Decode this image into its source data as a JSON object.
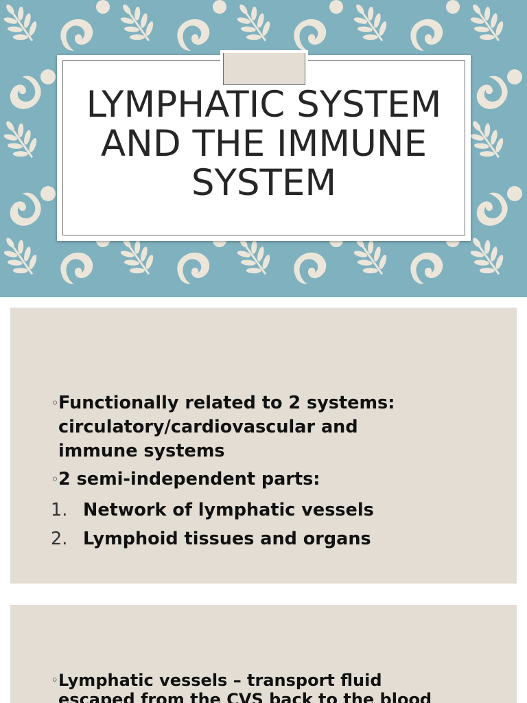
{
  "colors": {
    "pattern_background": "#7fb1bf",
    "pattern_motif": "#ece6da",
    "card_background": "#ffffff",
    "content_background": "#e3ddd3",
    "title_text": "#262626",
    "body_text": "#111111"
  },
  "title_slide": {
    "lines": [
      "LYMPHATIC SYSTEM",
      "AND THE IMMUNE",
      "SYSTEM"
    ]
  },
  "slide_2": {
    "bullets": [
      {
        "marker": "◦",
        "lines": [
          "Functionally related to 2 systems:",
          "circulatory/cardiovascular and",
          "immune systems"
        ]
      },
      {
        "marker": "◦",
        "lines": [
          "2 semi-independent parts:"
        ]
      }
    ],
    "numbered": [
      {
        "number": "1.",
        "text": "Network of lymphatic vessels"
      },
      {
        "number": "2.",
        "text": "Lymphoid tissues and organs"
      }
    ]
  },
  "slide_3": {
    "bullets": [
      {
        "marker": "◦",
        "lines": [
          "Lymphatic vessels – transport fluid",
          "escaped from the CVS back to the blood"
        ]
      }
    ]
  }
}
